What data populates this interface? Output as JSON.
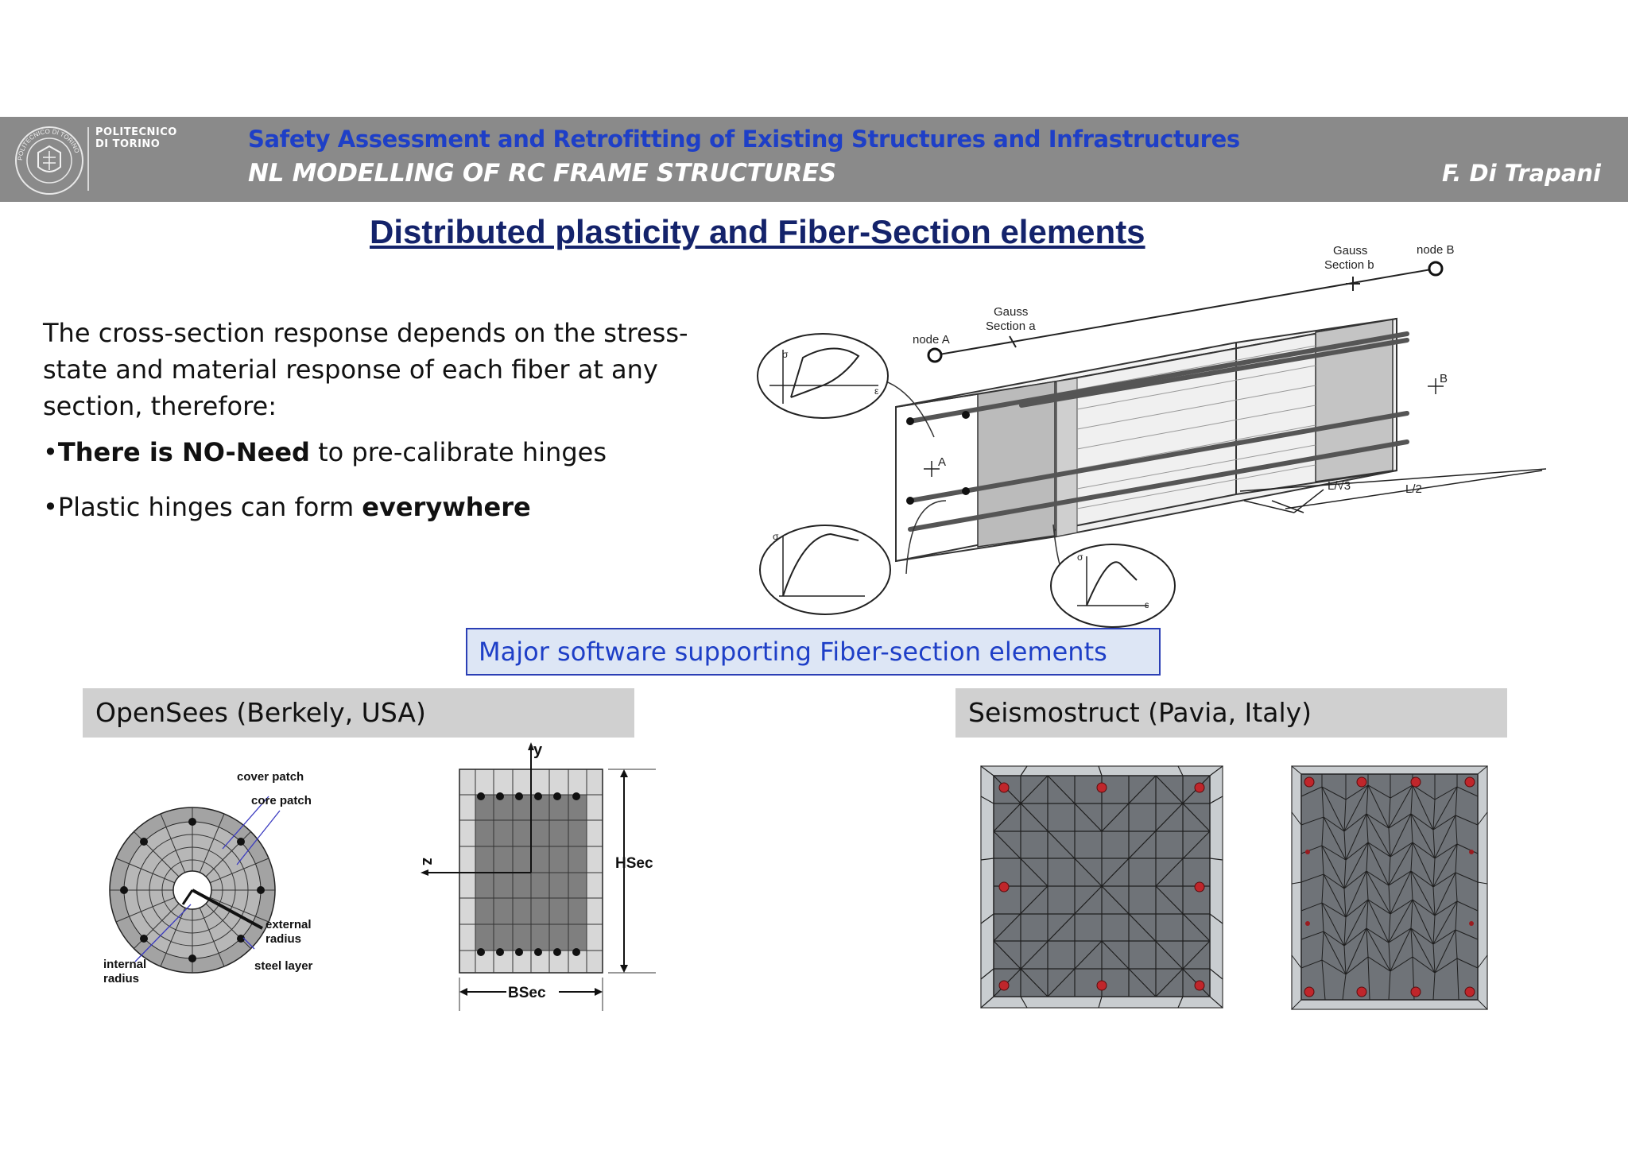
{
  "header": {
    "logo_line1": "POLITECNICO",
    "logo_line2": "DI TORINO",
    "seal_text": "POLITECNICO DI TORINO",
    "course_title": "Safety Assessment and Retrofitting of Existing Structures and Infrastructures",
    "section_title": "NL MODELLING OF RC FRAME STRUCTURES",
    "author": "F. Di Trapani"
  },
  "slide": {
    "title": "Distributed plasticity and Fiber-Section elements",
    "paragraph": "The cross-section response depends on the stress-state and material response of each fiber at any section, therefore:",
    "bullet1": {
      "prefix": "•",
      "bold": "There is NO-Need",
      "rest": " to pre-calibrate hinges"
    },
    "bullet2": {
      "prefix": "•Plastic hinges can form ",
      "bold": "everywhere"
    }
  },
  "beam_diagram": {
    "gauss_b": [
      "Gauss",
      "Section b"
    ],
    "node_b": "node B",
    "gauss_a": [
      "Gauss",
      "Section a"
    ],
    "node_a": "node A",
    "label_a": "A",
    "label_b": "B",
    "dim_l3": "L/√3",
    "dim_l2": "L/2",
    "sigma": "σ",
    "epsilon": "ε"
  },
  "software": {
    "box_label": "Major software supporting Fiber-section elements",
    "opensees_label": "OpenSees (Berkely, USA)",
    "seismostruct_label": "Seismostruct (Pavia, Italy)"
  },
  "circle_section": {
    "cover_patch": "cover patch",
    "core_patch": "core patch",
    "external_radius": [
      "external",
      "radius"
    ],
    "internal_radius": [
      "internal",
      "radius"
    ],
    "steel_layer": "steel layer"
  },
  "rect_section": {
    "y_axis": "y",
    "z_axis": "z",
    "height": "HSec",
    "width": "BSec"
  },
  "colors": {
    "header_bg": "#8a8a8a",
    "course_title": "#1e3fc7",
    "slide_title": "#14236b",
    "box_bg": "#dde6f5",
    "rebar_red": "#c0262b",
    "mesh_grey": "#6f7378"
  }
}
